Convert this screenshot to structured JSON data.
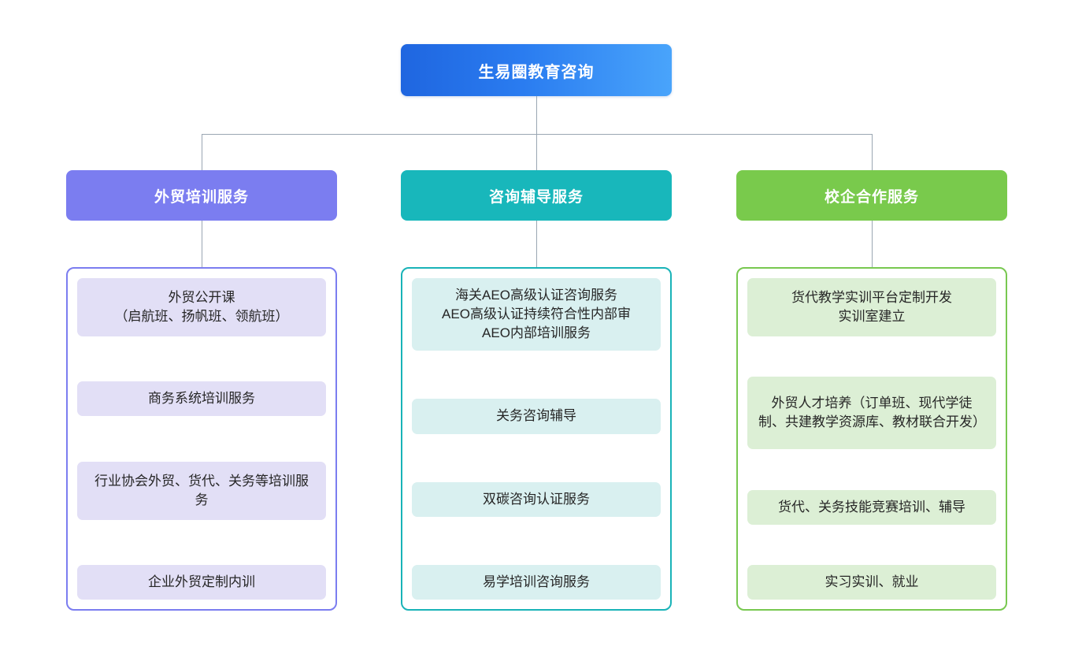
{
  "root": {
    "title": "生易圈教育咨询",
    "color": "#2a7cf0"
  },
  "connector_color": "#9aa6b2",
  "branches": [
    {
      "title": "外贸培训服务",
      "color": "#7b7df0",
      "card_color": "#e2dff6",
      "items": [
        "外贸公开课\n（启航班、扬帆班、领航班）",
        "商务系统培训服务",
        "行业协会外贸、货代、关务等培训服务",
        "企业外贸定制内训"
      ]
    },
    {
      "title": "咨询辅导服务",
      "color": "#18b7bb",
      "card_color": "#d9f0f0",
      "items": [
        "海关AEO高级认证咨询服务\nAEO高级认证持续符合性内部审\nAEO内部培训服务",
        "关务咨询辅导",
        "双碳咨询认证服务",
        "易学培训咨询服务"
      ]
    },
    {
      "title": "校企合作服务",
      "color": "#79ca4c",
      "card_color": "#dcefd5",
      "items": [
        "货代教学实训平台定制开发\n实训室建立",
        "外贸人才培养（订单班、现代学徒制、共建教学资源库、教材联合开发）",
        "货代、关务技能竞赛培训、辅导",
        "实习实训、就业"
      ]
    }
  ]
}
